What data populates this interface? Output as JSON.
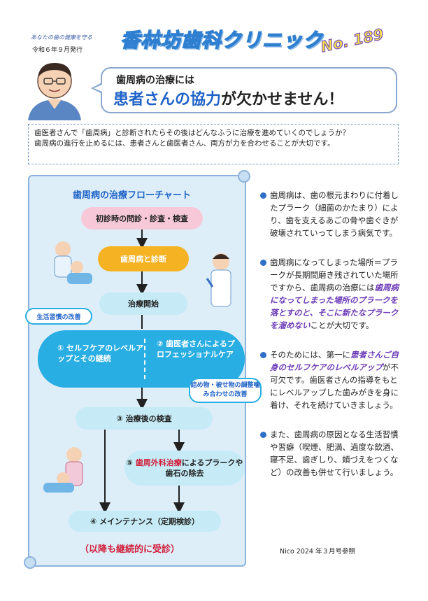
{
  "header": {
    "tagline": "あなたの歯の健康を守る",
    "pubdate": "令和６年９月発行",
    "clinic_name": "香林坊歯科クリニック",
    "issue": "No. 189"
  },
  "headline": {
    "line1": "歯周病の治療には",
    "line2_blue": "患者さんの協力",
    "line2_rest": "が欠かせません！"
  },
  "intro": {
    "line1": "歯医者さんで「歯周病」と診断されたらその後はどんなふうに治療を進めていくのでしょうか？",
    "line2": "歯周病の進行を止めるには、患者さんと歯医者さん、両方が力を合わせることが大切です。"
  },
  "flow": {
    "title": "歯周病の治療フローチャート",
    "step1": "初診時の問診・診査・検査",
    "step2": "歯周病と診断",
    "step3": "治療開始",
    "step4a": "① セルフケアのレベルアップとその継続",
    "step4b": "② 歯医者さんによるプロフェッショナルケア",
    "note1": "生活習慣の改善",
    "note2": "詰め物・被せ物の調整噛み合わせの改善",
    "step5": "③ 治療後の検査",
    "step6_prefix": "⑤ ",
    "step6_red": "歯周外科治療",
    "step6_rest": "によるプラークや歯石の除去",
    "step7": "④ メインテナンス（定期検診）",
    "final": "（以降も継続的に受診）"
  },
  "bullets": {
    "b1": "歯周病は、歯の根元まわりに付着したプラーク（細菌のかたまり）により、歯を支えるあごの骨や歯ぐきが破壊されていってしまう病気です。",
    "b2_pre": "歯周病になってしまった場所＝プラークが長期間磨き残されていた場所ですから、歯周病の治療には",
    "b2_em": "歯周病になってしまった場所のプラークを落とすのと、そこに新たなプラークを溜めない",
    "b2_post": "ことが大切です。",
    "b3_pre": "そのためには、第一に",
    "b3_em": "患者さんご自身のセルフケアのレベルアップ",
    "b3_post": "が不可欠です。歯医者さんの指導をもとにレベルアップした歯みがきを身に着け、それを続けていきましょう。",
    "b4": "また、歯周病の原因となる生活習慣や習癖（喫煙、肥満、過度な飲酒、寝不足、歯ぎしり、頬づえをつくなど）の改善も併せて行いましょう。"
  },
  "source": "Nico 2024 年３月号参照",
  "colors": {
    "accent_blue": "#1f63c8",
    "sky": "#29aee3",
    "orange": "#f5b324",
    "pink": "#f7c9d8",
    "red": "#d1203c",
    "purple": "#6b3ab8"
  }
}
